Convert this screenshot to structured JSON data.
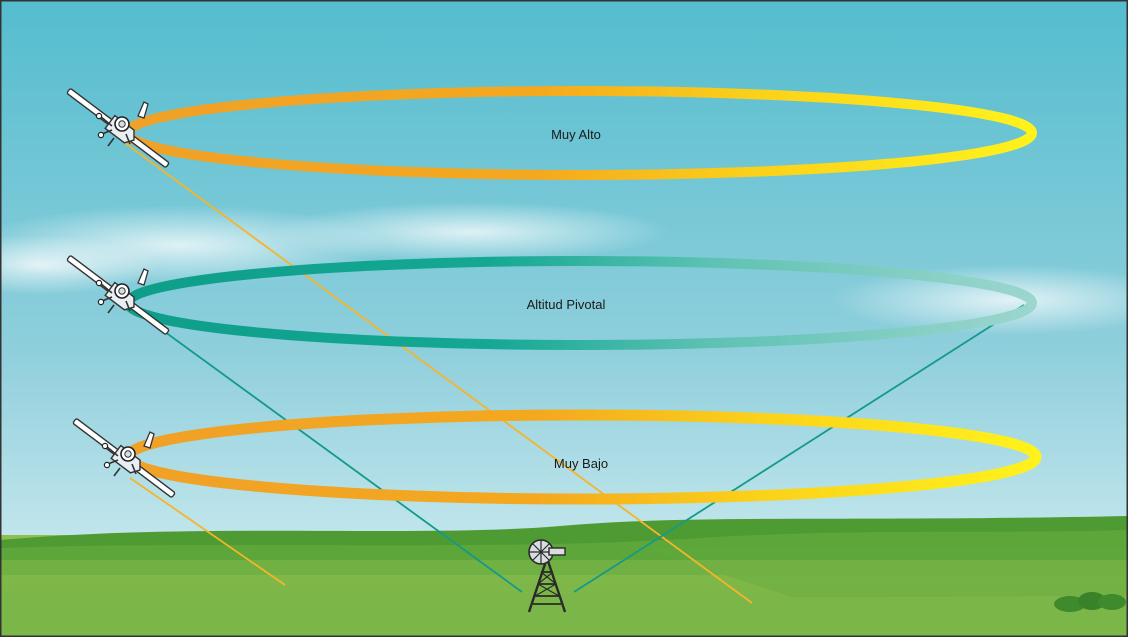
{
  "diagram": {
    "orbits": [
      {
        "id": "muy-alto",
        "label": "Muy Alto",
        "style": "orange-yellow"
      },
      {
        "id": "altitud-pivotal",
        "label": "Altitud Pivotal",
        "style": "teal"
      },
      {
        "id": "muy-bajo",
        "label": "Muy Bajo",
        "style": "orange-yellow"
      }
    ],
    "reference_point": {
      "icon": "windmill-icon"
    },
    "colors": {
      "sky_top": "#55bfcf",
      "sky_bottom": "#b8e2ea",
      "orange": "#f0a12a",
      "yellow": "#ffe81a",
      "teal": "#11a391",
      "teal_light": "#8fd2c9",
      "ground": "#7ab648",
      "hill_dark": "#4e9a35"
    }
  }
}
